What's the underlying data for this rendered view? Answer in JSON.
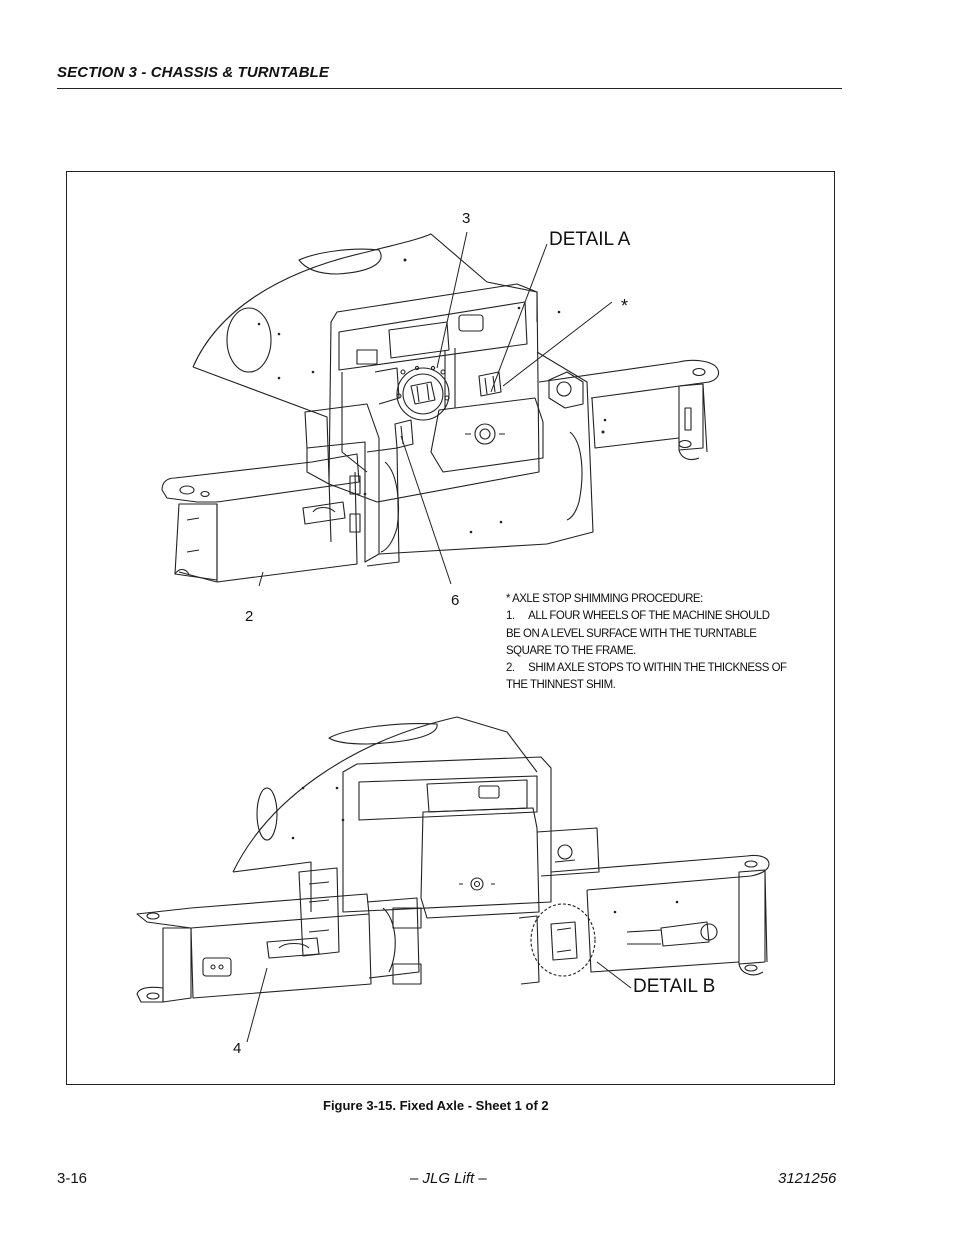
{
  "header": {
    "section_title": "SECTION 3 - CHASSIS & TURNTABLE"
  },
  "figure": {
    "callouts": {
      "c3": "3",
      "detail_a": "DETAIL A",
      "asterisk": "*",
      "c2": "2",
      "c6": "6",
      "c4": "4",
      "detail_b": "DETAIL B"
    },
    "notes": {
      "title": "* AXLE STOP SHIMMING PROCEDURE:",
      "step1_line1": "1.     ALL FOUR WHEELS OF THE MACHINE SHOULD",
      "step1_line2": "BE ON A LEVEL SURFACE WITH THE TURNTABLE",
      "step1_line3": "SQUARE TO THE FRAME.",
      "step2_line1": "2.     SHIM AXLE STOPS TO WITHIN THE THICKNESS OF",
      "step2_line2": "THE THINNEST SHIM."
    },
    "caption": "Figure 3-15.  Fixed Axle - Sheet 1 of 2"
  },
  "footer": {
    "page_number": "3-16",
    "center": "– JLG Lift –",
    "doc_number": "3121256"
  }
}
